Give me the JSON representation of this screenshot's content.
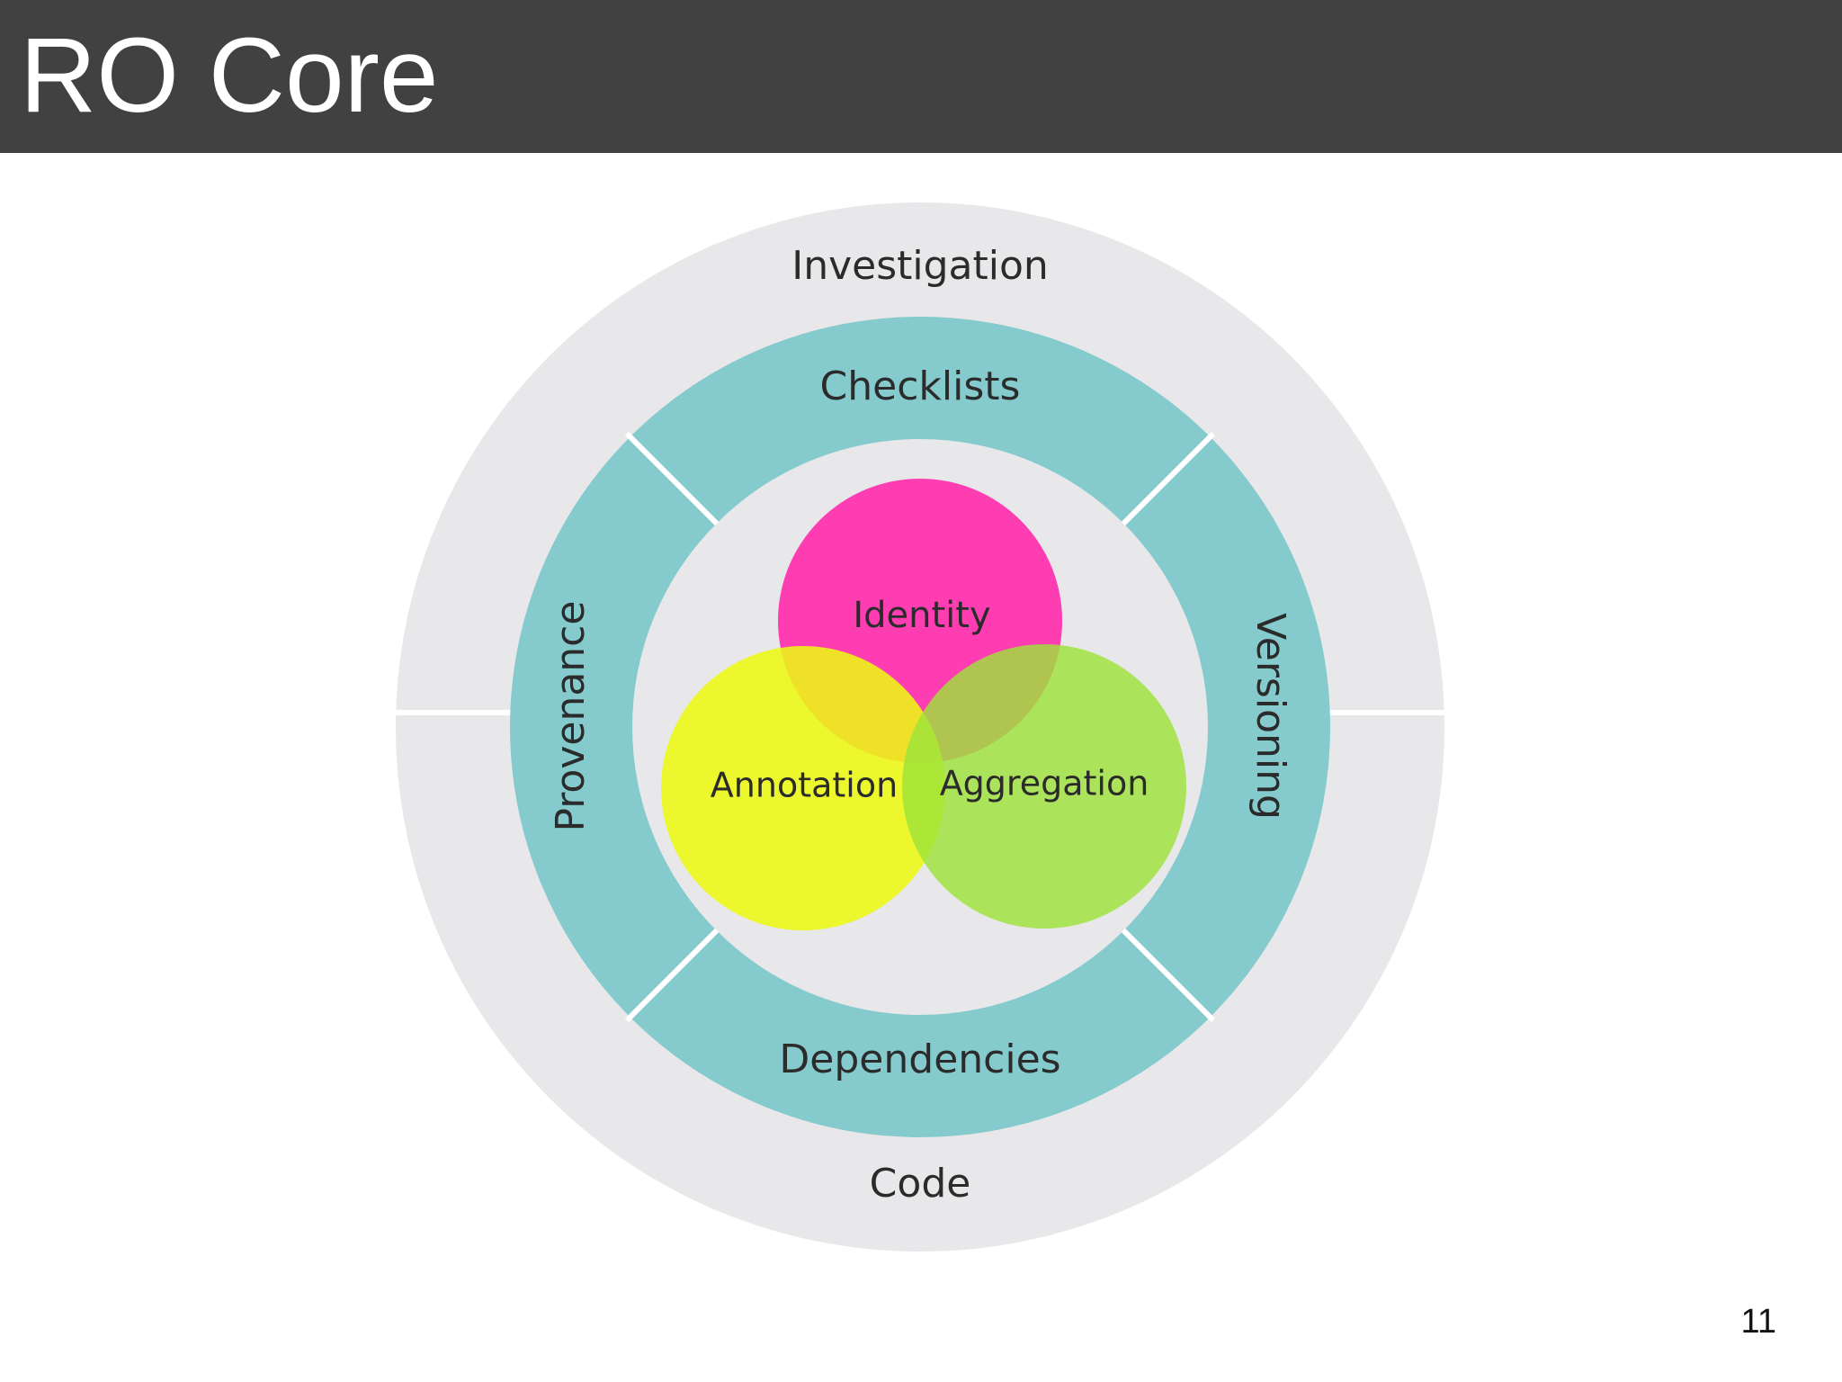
{
  "slide": {
    "title": "RO Core",
    "page_number": "11"
  },
  "diagram": {
    "outer_ring": {
      "top": "Investigation",
      "bottom": "Code"
    },
    "middle_ring": {
      "top": "Checklists",
      "left": "Provenance",
      "right": "Versioning",
      "bottom": "Dependencies"
    },
    "core": {
      "identity": "Identity",
      "annotation": "Annotation",
      "aggregation": "Aggregation"
    }
  },
  "colors": {
    "title_bar": "#414141",
    "outer_ring": "#e8e8ea",
    "middle_ring": "#85cacd",
    "inner_disc": "#e8e8ea",
    "identity": "#ff2fae",
    "annotation": "#eaf51f",
    "aggregation": "#a6e24f"
  }
}
